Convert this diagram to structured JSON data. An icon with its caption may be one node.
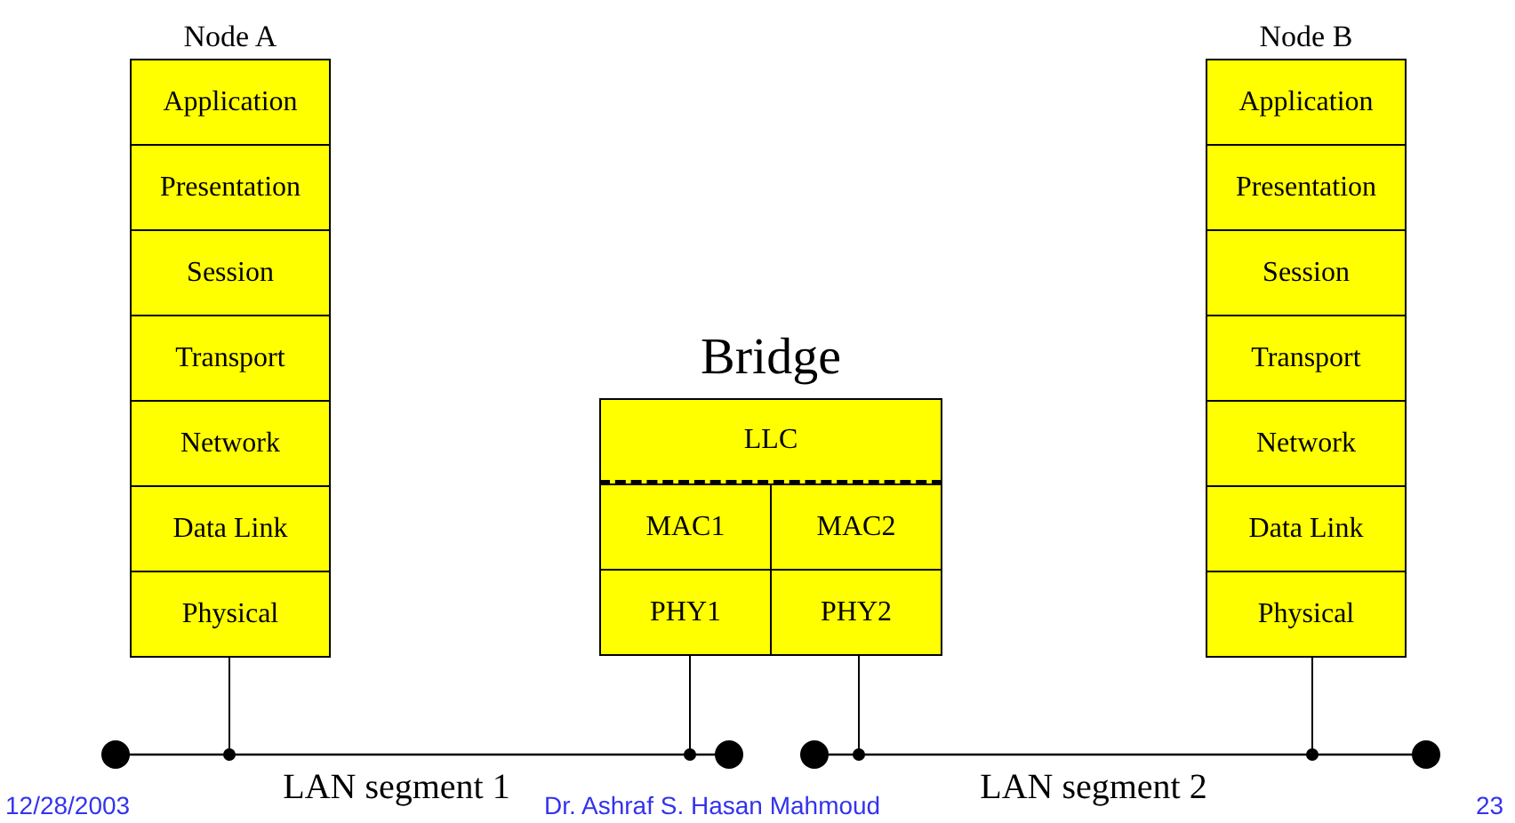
{
  "diagram": {
    "nodes": [
      {
        "text": [
          "Node A"
        ]
      },
      {
        "text": [
          "Application"
        ],
        "in": 0
      },
      {
        "text": [
          "Presentation"
        ],
        "in": 0
      },
      {
        "text": [
          "Session"
        ],
        "in": 0
      },
      {
        "text": [
          "Transport"
        ],
        "in": 0
      },
      {
        "text": [
          "Network"
        ],
        "in": 0
      },
      {
        "text": [
          "Data Link"
        ],
        "in": 0
      },
      {
        "text": [
          "Physical"
        ],
        "in": 0
      },
      {
        "text": [
          "Bridge"
        ]
      },
      {
        "text": [
          "LLC"
        ],
        "in": 8
      },
      {
        "text": [
          "MAC1"
        ],
        "in": 8
      },
      {
        "text": [
          "MAC2"
        ],
        "in": 8
      },
      {
        "text": [
          "PHY1"
        ],
        "in": 8
      },
      {
        "text": [
          "PHY2"
        ],
        "in": 8
      },
      {
        "text": [
          "Node B"
        ]
      },
      {
        "text": [
          "Application"
        ],
        "in": 14
      },
      {
        "text": [
          "Presentation"
        ],
        "in": 14
      },
      {
        "text": [
          "Session"
        ],
        "in": 14
      },
      {
        "text": [
          "Transport"
        ],
        "in": 14
      },
      {
        "text": [
          "Network"
        ],
        "in": 14
      },
      {
        "text": [
          "Data Link"
        ],
        "in": 14
      },
      {
        "text": [
          "Physical"
        ],
        "in": 14
      },
      {
        "text": [
          "LAN segment 1"
        ]
      },
      {
        "text": [
          "LAN segment 2"
        ]
      }
    ],
    "edges": [
      {
        "from": 7,
        "to": 22,
        "arrow": "other"
      },
      {
        "from": 12,
        "to": 22,
        "arrow": "other"
      },
      {
        "from": 13,
        "to": 23,
        "arrow": "other"
      },
      {
        "from": 21,
        "to": 23,
        "arrow": "other"
      }
    ],
    "labels": [
      "12/28/2003",
      "Dr. Ashraf S. Hasan Mahmoud",
      "23"
    ]
  }
}
